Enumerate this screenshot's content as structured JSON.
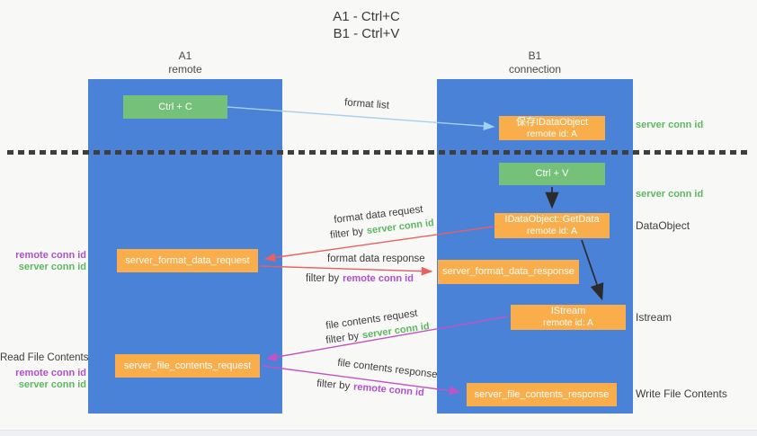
{
  "title": {
    "line1": "A1 - Ctrl+C",
    "line2": "B1 - Ctrl+V"
  },
  "columns": {
    "left": {
      "name": "A1",
      "role": "remote"
    },
    "right": {
      "name": "B1",
      "role": "connection"
    }
  },
  "boxes": {
    "ctrl_c": "Ctrl + C",
    "ctrl_v": "Ctrl + V",
    "save_dataobject": {
      "title": "保存IDataObject",
      "subtitle": "remote id: A"
    },
    "getdata": {
      "title": "IDataObject::GetData",
      "subtitle": "remote id: A"
    },
    "istream": {
      "title": "IStream",
      "subtitle": "remote id: A"
    },
    "format_request": "server_format_data_request",
    "format_response": "server_format_data_response",
    "file_request": "server_file_contents_request",
    "file_response": "server_file_contents_response"
  },
  "labels": {
    "server_conn_id": "server conn id",
    "remote_conn_id": "remote conn id",
    "dataobject": "DataObject",
    "istream": "Istream",
    "read_file_contents": "Read File Contents",
    "write_file_contents": "Write File Contents",
    "filter_by": "filter by"
  },
  "arrows": {
    "format_list": "format list",
    "format_data_request": "format data request",
    "format_data_response": "format data response",
    "file_contents_request": "file contents request",
    "file_contents_response": "file contents response"
  },
  "colors": {
    "column_blue": "#4a82d8",
    "box_green": "#76c17a",
    "box_orange": "#f9ae4b",
    "arrow_red": "#e96060",
    "arrow_magenta": "#c353c3",
    "arrow_light_blue": "#a3d1ee",
    "arrow_black": "#2b2b2b",
    "text_green": "#5cb860",
    "text_purple": "#b04fd0",
    "text_dark": "#3c3c3c"
  }
}
